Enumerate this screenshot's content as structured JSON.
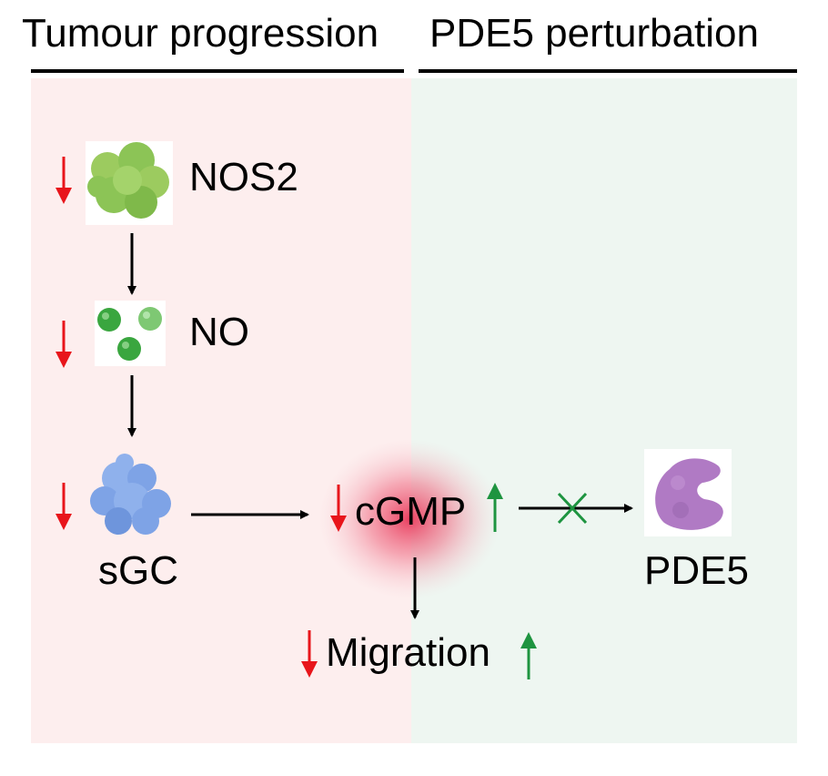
{
  "headers": {
    "left": "Tumour progression",
    "right": "PDE5 perturbation"
  },
  "nodes": {
    "nos2": "NOS2",
    "no": "NO",
    "sgc": "sGC",
    "cgmp": "cGMP",
    "pde5": "PDE5",
    "migration": "Migration"
  },
  "colors": {
    "left_panel": "#fdeeee",
    "right_panel": "#eef6f1",
    "down_arrow": "#e8151b",
    "up_arrow": "#1e9440",
    "inhibition_x": "#1e9440",
    "nos2_icon": "#8cc456",
    "no_icon": "#3aa63f",
    "sgc_icon": "#7ea3e6",
    "pde5_icon": "#b07ac4",
    "cgmp_glow": "#e8385a"
  },
  "icons": [
    "nos2-protein-icon",
    "no-molecules-icon",
    "sgc-protein-icon",
    "pde5-protein-icon"
  ]
}
